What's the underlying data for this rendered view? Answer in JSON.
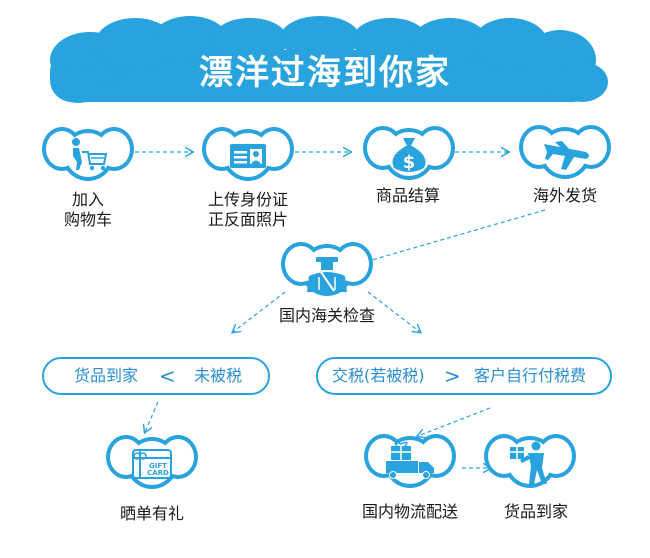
{
  "title": "漂洋过海到你家",
  "colors": {
    "primary": "#29a3dd",
    "text": "#1a1a1a",
    "pill_text": "#2b8fcf"
  },
  "steps": [
    {
      "id": "cart",
      "label_lines": [
        "加入",
        "购物车"
      ],
      "icon": "shopping-cart-icon"
    },
    {
      "id": "upload-id",
      "label_lines": [
        "上传身份证",
        "正反面照片"
      ],
      "icon": "id-card-icon"
    },
    {
      "id": "checkout",
      "label_lines": [
        "商品结算"
      ],
      "icon": "money-bag-icon"
    },
    {
      "id": "overseas-ship",
      "label_lines": [
        "海外发货"
      ],
      "icon": "airplane-icon"
    },
    {
      "id": "customs",
      "label_lines": [
        "国内海关检查"
      ],
      "icon": "customs-officer-icon"
    },
    {
      "id": "gift",
      "label_lines": [
        "晒单有礼"
      ],
      "icon": "gift-card-icon",
      "icon_text": [
        "GIFT",
        "CARD"
      ]
    },
    {
      "id": "logistics",
      "label_lines": [
        "国内物流配送"
      ],
      "icon": "delivery-truck-icon"
    },
    {
      "id": "delivered",
      "label_lines": [
        "货品到家"
      ],
      "icon": "delivery-person-icon"
    }
  ],
  "branches": {
    "left": {
      "left_text": "货品到家",
      "symbol": "<",
      "right_text": "未被税"
    },
    "right": {
      "left_text": "交税(若被税)",
      "symbol": ">",
      "right_text": "客户自行付税费"
    }
  }
}
